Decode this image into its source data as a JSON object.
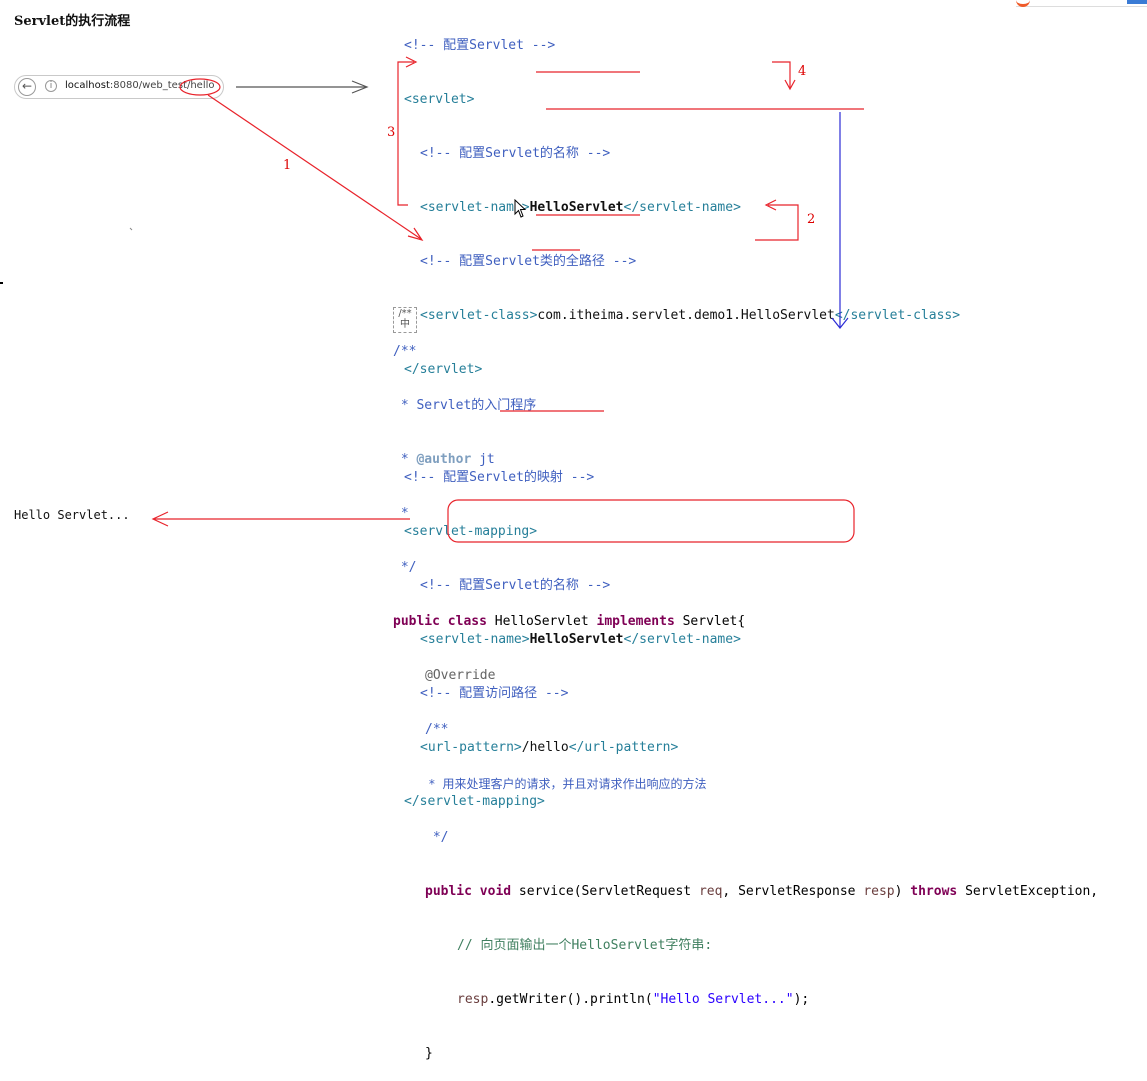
{
  "title": "Servlet的执行流程",
  "browser": {
    "url_host": "localhost",
    "url_rest": ":8080/web_test/hello"
  },
  "xml": {
    "l1": "<!-- 配置Servlet -->",
    "l2": "<servlet>",
    "l3": "<!-- 配置Servlet的名称 -->",
    "l4_open": "<servlet-name>",
    "l4_text": "HelloServlet",
    "l4_close": "</servlet-name>",
    "l5": "<!-- 配置Servlet类的全路径 -->",
    "l6_open": "<servlet-class>",
    "l6_text": "com.itheima.servlet.demo1.HelloServlet",
    "l6_close": "</servlet-class>",
    "l7": "</servlet>",
    "l8": "<!-- 配置Servlet的映射 -->",
    "l9": "<servlet-mapping>",
    "l10": "<!-- 配置Servlet的名称 -->",
    "l11_open": "<servlet-name>",
    "l11_text": "HelloServlet",
    "l11_close": "</servlet-name>",
    "l12": "<!-- 配置访问路径 -->",
    "l13_open": "<url-pattern>",
    "l13_text": "/hello",
    "l13_close": "</url-pattern>",
    "l14": "</servlet-mapping>"
  },
  "java": {
    "j1": "/**",
    "j2": " * Servlet的入门程序",
    "j3_a": " * ",
    "j3_tag": "@author",
    "j3_b": " jt",
    "j4": " *",
    "j5": " */",
    "j6_kw1": "public class ",
    "j6_name": "HelloServlet",
    "j6_kw2": " implements ",
    "j6_rest": "Servlet{",
    "j7": "@Override",
    "j8": "/**",
    "j9": " *  用来处理客户的请求，并且对请求作出响应的方法",
    "j10": " */",
    "j11_kw": "public void ",
    "j11_mid": "service(ServletRequest ",
    "j11_req": "req",
    "j11_mid2": ", ServletResponse ",
    "j11_resp": "resp",
    "j11_mid3": ") ",
    "j11_throws": "throws",
    "j11_end": " ServletException,",
    "j12": "// 向页面输出一个HelloServlet字符串:",
    "j13_a": "resp",
    "j13_b": ".getWriter().println(",
    "j13_str": "\"Hello Servlet...\"",
    "j13_c": ");",
    "j14": "}"
  },
  "output": "Hello Servlet...",
  "steps": [
    "1",
    "2",
    "3",
    "4"
  ],
  "colors": {
    "annotation_red": "#e8232b",
    "flow_blue": "#2b2bd6",
    "arrow_gray": "#555555"
  }
}
